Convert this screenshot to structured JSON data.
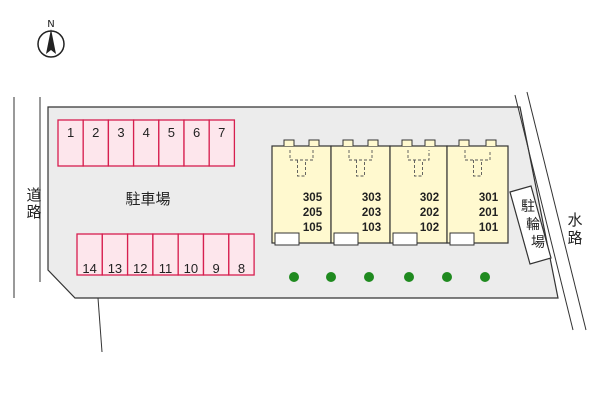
{
  "compass": {
    "label": "N"
  },
  "road_left": {
    "label": "道路"
  },
  "road_right": {
    "label": "水路"
  },
  "parking": {
    "label": "駐車場",
    "top_row": [
      "1",
      "2",
      "3",
      "4",
      "5",
      "6",
      "7"
    ],
    "bottom_row": [
      "14",
      "13",
      "12",
      "11",
      "10",
      "9",
      "8"
    ]
  },
  "bicycle_parking": {
    "label": "駐輪場"
  },
  "building": {
    "units": [
      {
        "floor3": "305",
        "floor2": "205",
        "floor1": "105"
      },
      {
        "floor3": "303",
        "floor2": "203",
        "floor1": "103"
      },
      {
        "floor3": "302",
        "floor2": "202",
        "floor1": "102"
      },
      {
        "floor3": "301",
        "floor2": "201",
        "floor1": "101"
      }
    ]
  },
  "trees": {
    "count": 6,
    "color": "#1f8a1f"
  },
  "colors": {
    "site": "#ececec",
    "parking_fill": "#fde6ec",
    "parking_stroke": "#d61f4f",
    "building_fill": "#fff9cf",
    "road_line": "#333333"
  }
}
